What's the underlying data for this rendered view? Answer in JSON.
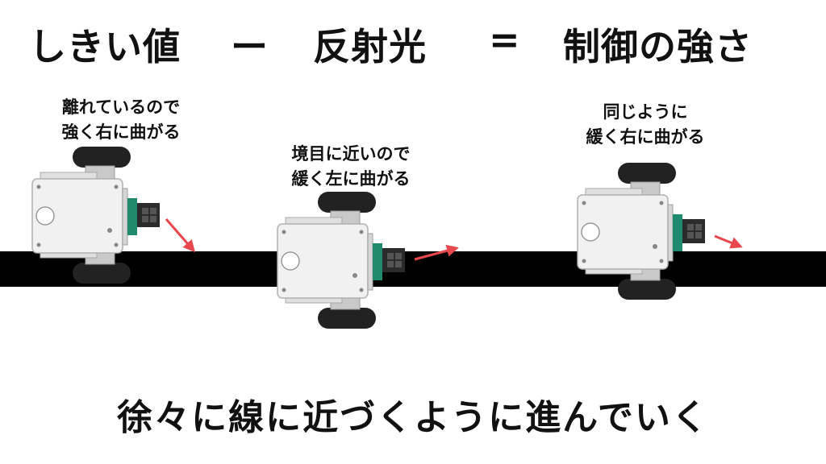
{
  "formula": {
    "term_a": "しきい値",
    "op_minus": "ー",
    "term_b": "反射光",
    "op_equals": "=",
    "term_c": "制御の強さ"
  },
  "robots": [
    {
      "caption_line1": "離れているので",
      "caption_line2": "強く右に曲がる"
    },
    {
      "caption_line1": "境目に近いので",
      "caption_line2": "緩く左に曲がる"
    },
    {
      "caption_line1": "同じように",
      "caption_line2": "緩く右に曲がる"
    }
  ],
  "footer": "徐々に線に近づくように進んでいく",
  "colors": {
    "line": "#000000",
    "arrow": "#e8474d",
    "robot_body": "#f1f1f1",
    "sensor": "#1f8a6e",
    "wheel": "#222222"
  }
}
